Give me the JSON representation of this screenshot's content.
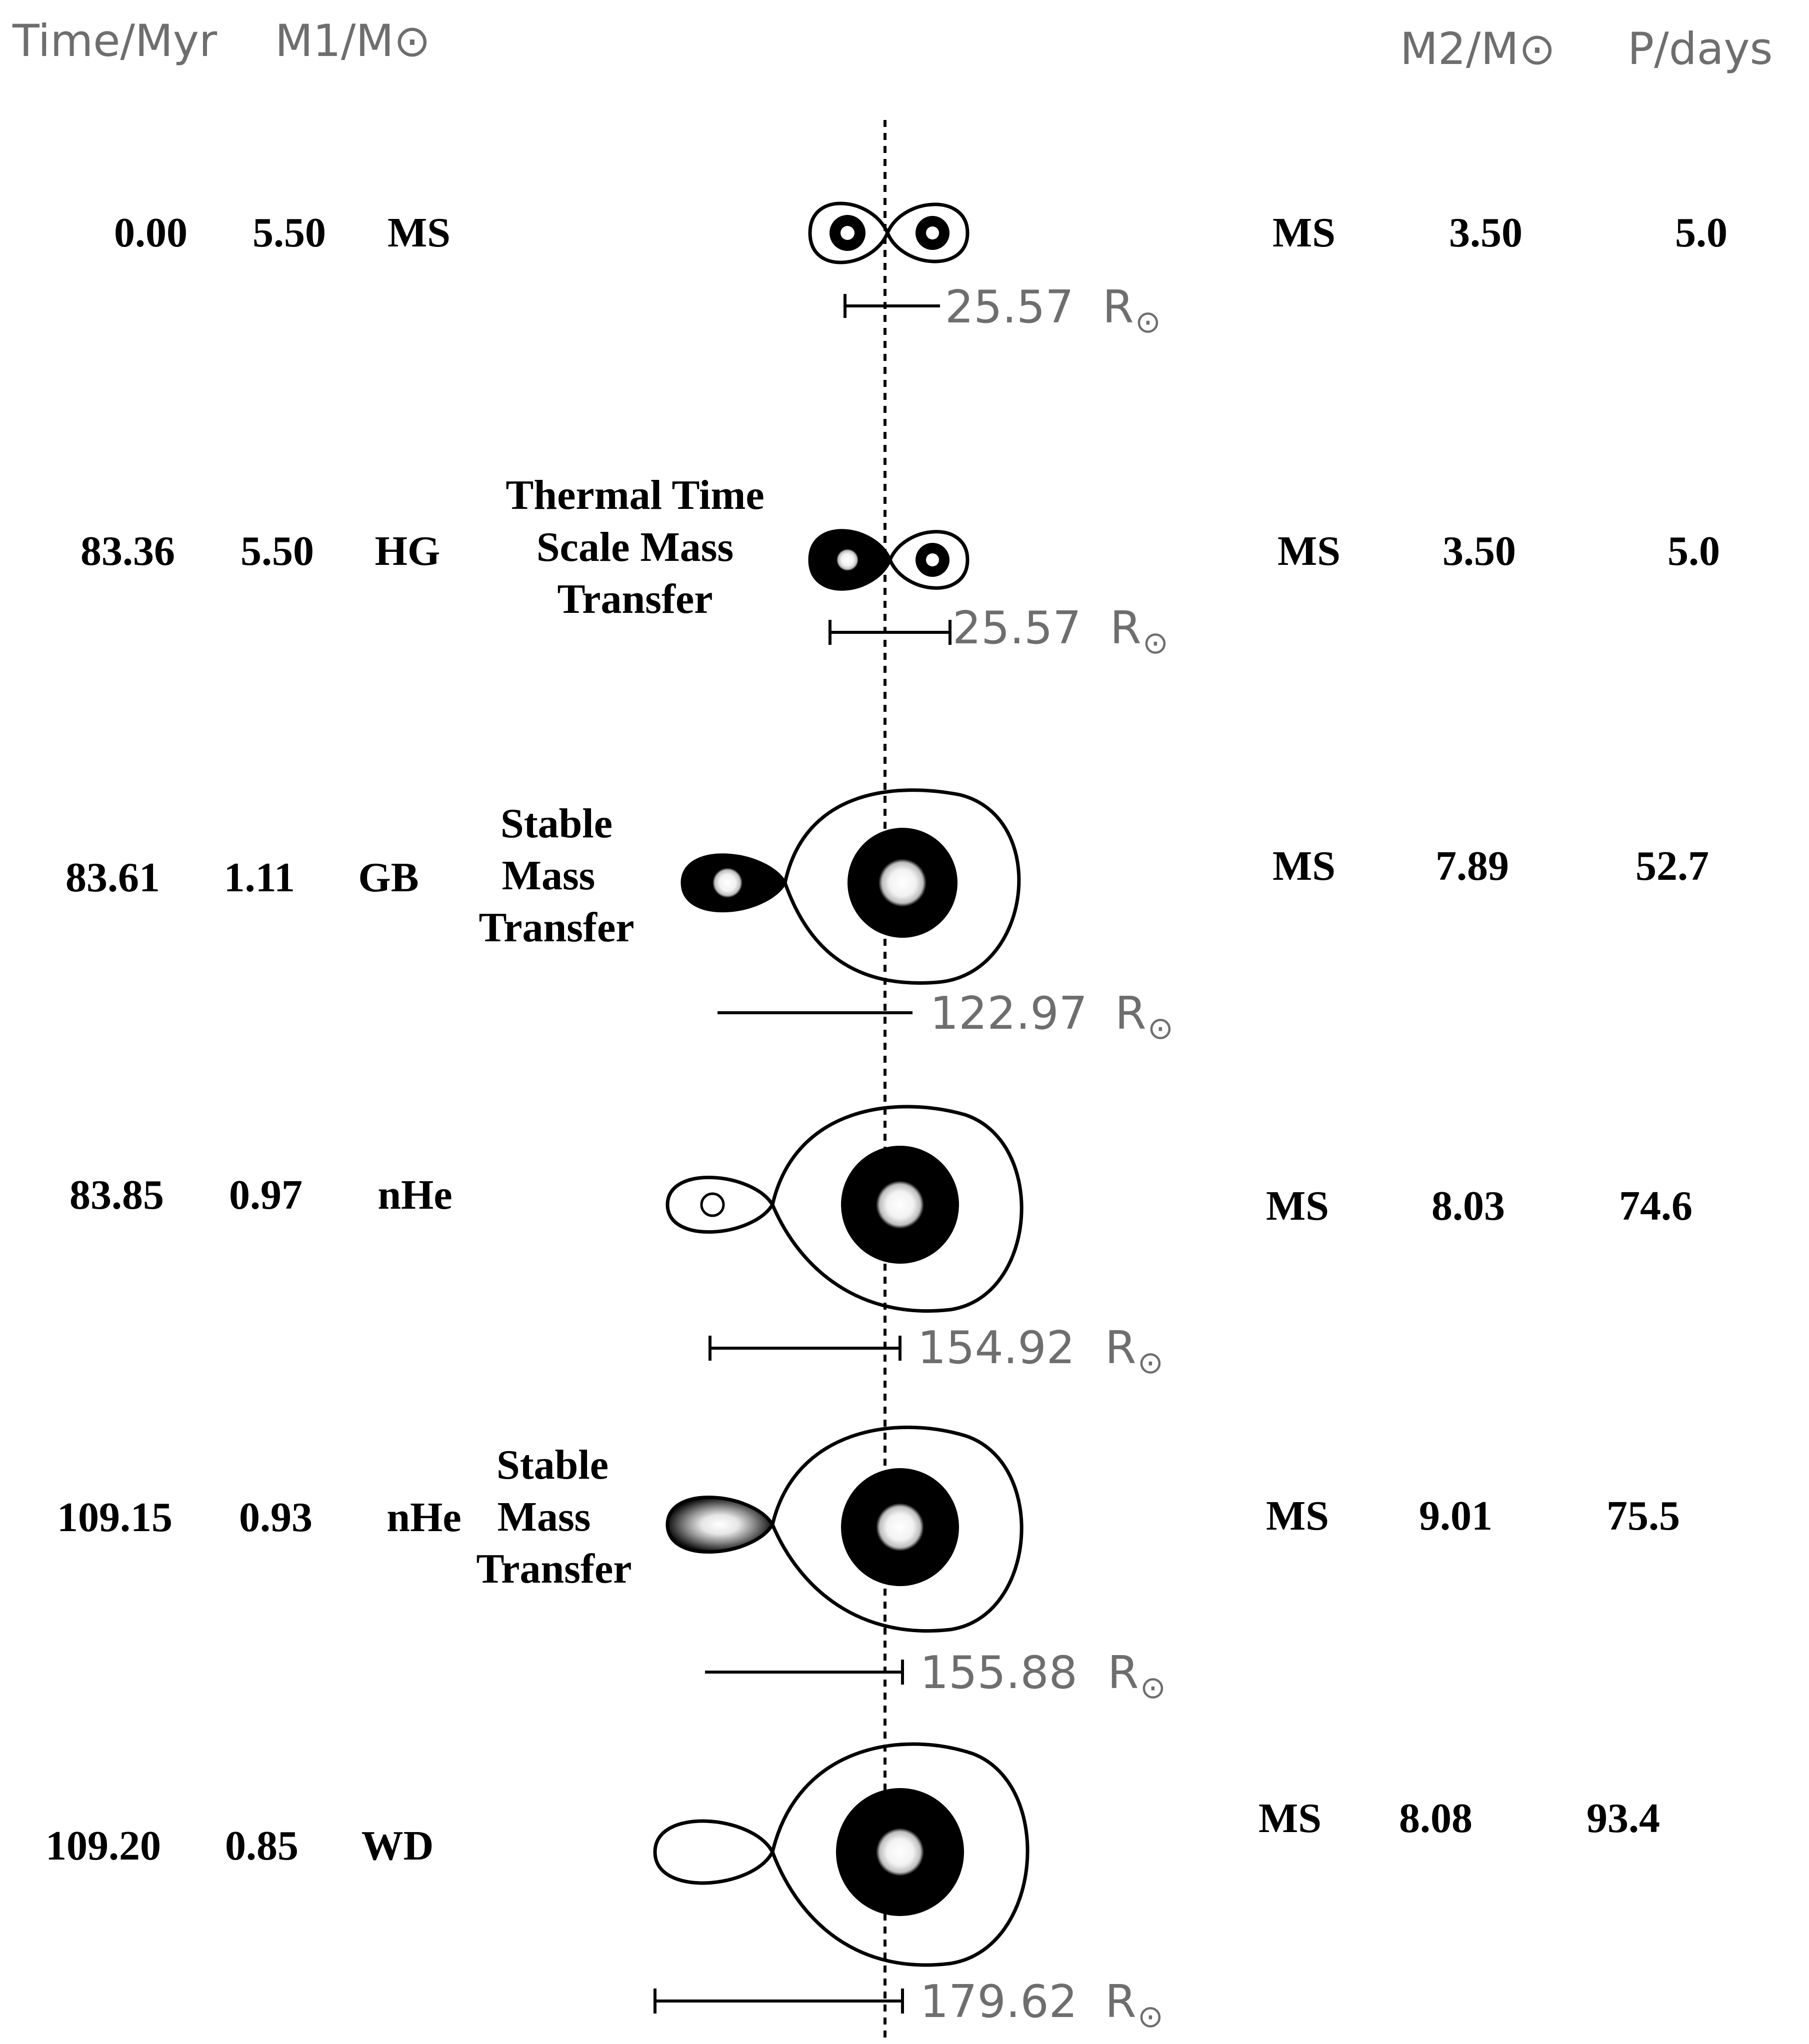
{
  "header": {
    "time": "Time/Myr",
    "m1": "M1/M⊙",
    "m2": "M2/M⊙",
    "period": "P/days"
  },
  "stages": [
    {
      "time": "0.00",
      "m1": "5.50",
      "type1": "MS",
      "note": [],
      "type2": "MS",
      "m2": "3.50",
      "period": "5.0",
      "separation": "25.57",
      "unit": "R",
      "unit_sub": "⊙"
    },
    {
      "time": "83.36",
      "m1": "5.50",
      "type1": "HG",
      "note": [
        "Thermal Time",
        "Scale Mass",
        "Transfer"
      ],
      "type2": "MS",
      "m2": "3.50",
      "period": "5.0",
      "separation": "25.57",
      "unit": "R",
      "unit_sub": "⊙"
    },
    {
      "time": "83.61",
      "m1": "1.11",
      "type1": "GB",
      "note": [
        "Stable",
        "Mass",
        "Transfer"
      ],
      "type2": "MS",
      "m2": "7.89",
      "period": "52.7",
      "separation": "122.97",
      "unit": "R",
      "unit_sub": "⊙"
    },
    {
      "time": "83.85",
      "m1": "0.97",
      "type1": "nHe",
      "note": [],
      "type2": "MS",
      "m2": "8.03",
      "period": "74.6",
      "separation": "154.92",
      "unit": "R",
      "unit_sub": "⊙"
    },
    {
      "time": "109.15",
      "m1": "0.93",
      "type1": "nHe",
      "note": [
        "Stable",
        "Mass",
        "Transfer"
      ],
      "type2": "MS",
      "m2": "9.01",
      "period": "75.5",
      "separation": "155.88",
      "unit": "R",
      "unit_sub": "⊙"
    },
    {
      "time": "109.20",
      "m1": "0.85",
      "type1": "WD",
      "note": [],
      "type2": "MS",
      "m2": "8.08",
      "period": "93.4",
      "separation": "179.62",
      "unit": "R",
      "unit_sub": "⊙"
    }
  ],
  "colors": {
    "ink": "#000000",
    "gray_text": "#6e6e6e",
    "background": "#ffffff"
  }
}
